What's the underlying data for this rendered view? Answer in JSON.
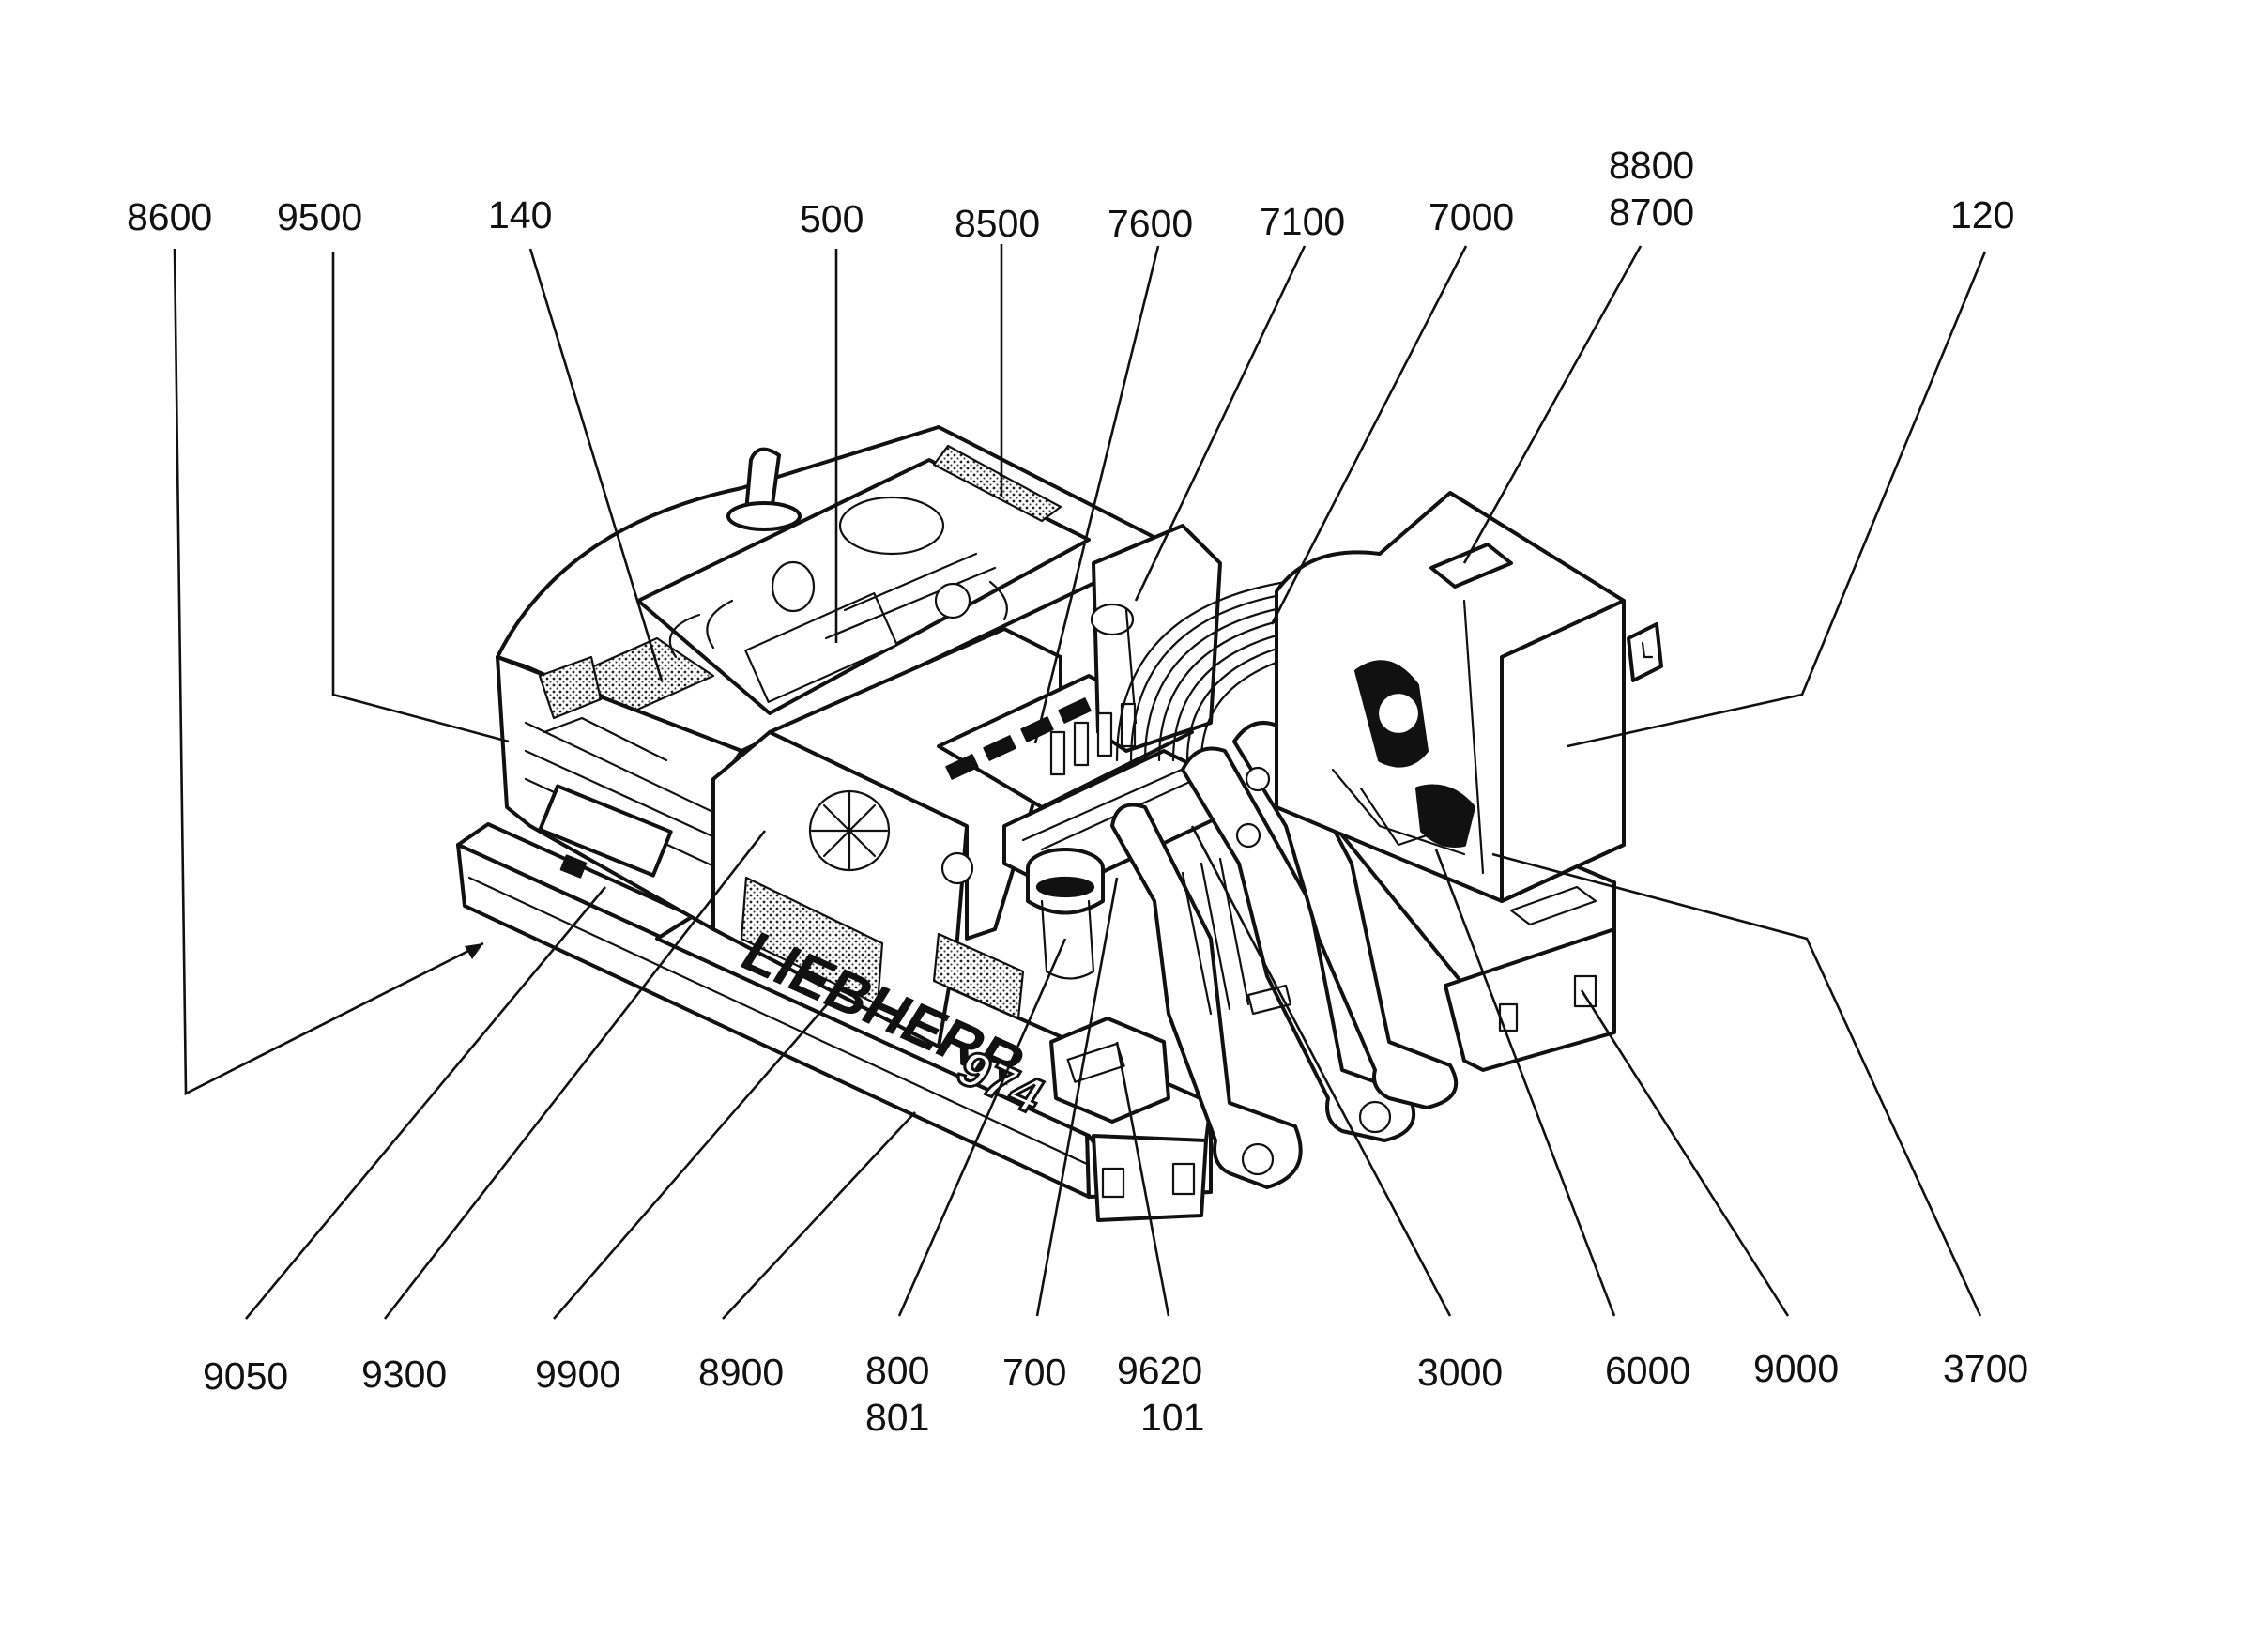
{
  "diagram": {
    "brand_text": "LIEBHERR",
    "model_text": "974",
    "callouts": [
      {
        "id": "8600",
        "lines": [
          "8600"
        ]
      },
      {
        "id": "9500",
        "lines": [
          "9500"
        ]
      },
      {
        "id": "140",
        "lines": [
          "140"
        ]
      },
      {
        "id": "500",
        "lines": [
          "500"
        ]
      },
      {
        "id": "8500",
        "lines": [
          "8500"
        ]
      },
      {
        "id": "7600",
        "lines": [
          "7600"
        ]
      },
      {
        "id": "7100",
        "lines": [
          "7100"
        ]
      },
      {
        "id": "7000",
        "lines": [
          "7000"
        ]
      },
      {
        "id": "8800-8700",
        "lines": [
          "8800",
          "8700"
        ]
      },
      {
        "id": "120",
        "lines": [
          "120"
        ]
      },
      {
        "id": "9050",
        "lines": [
          "9050"
        ]
      },
      {
        "id": "9300",
        "lines": [
          "9300"
        ]
      },
      {
        "id": "9900",
        "lines": [
          "9900"
        ]
      },
      {
        "id": "8900",
        "lines": [
          "8900"
        ]
      },
      {
        "id": "800-801",
        "lines": [
          "800",
          "801"
        ]
      },
      {
        "id": "700",
        "lines": [
          "700"
        ]
      },
      {
        "id": "9620-101",
        "lines": [
          "9620",
          "101"
        ]
      },
      {
        "id": "3000",
        "lines": [
          "3000"
        ]
      },
      {
        "id": "6000",
        "lines": [
          "6000"
        ]
      },
      {
        "id": "9000",
        "lines": [
          "9000"
        ]
      },
      {
        "id": "3700",
        "lines": [
          "3700"
        ]
      }
    ]
  }
}
